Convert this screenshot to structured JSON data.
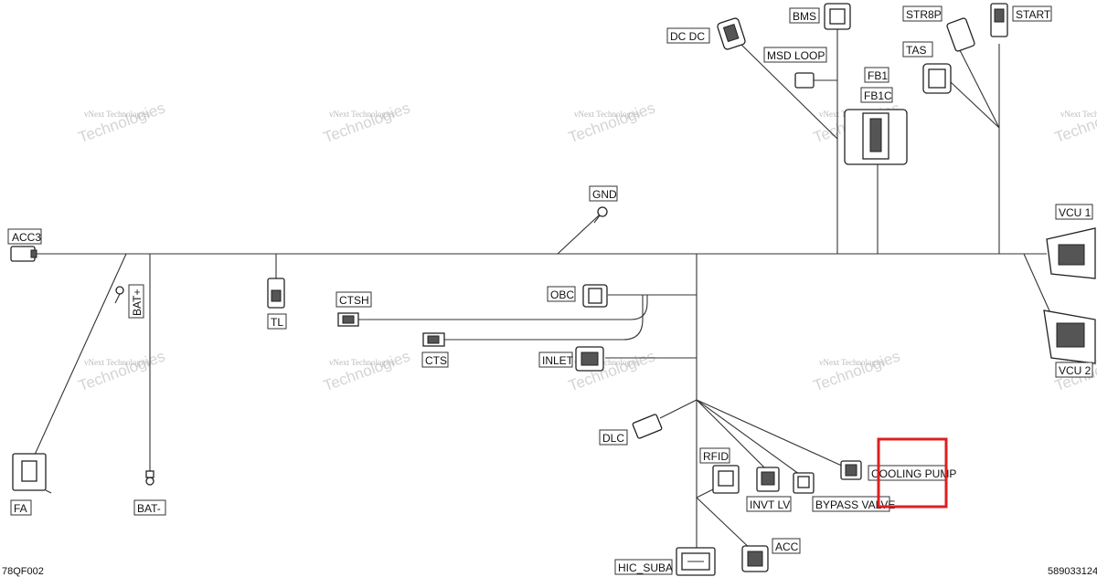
{
  "labels": {
    "acc3": "ACC3",
    "bat_plus": "BAT+",
    "tl": "TL",
    "ctsh": "CTSH",
    "cts": "CTS",
    "gnd": "GND",
    "obc": "OBC",
    "inlet": "INLET",
    "dc_dc": "DC DC",
    "bms": "BMS",
    "msd_loop": "MSD LOOP",
    "str8p": "STR8P",
    "start": "START",
    "tas": "TAS",
    "fb1": "FB1",
    "fb1c": "FB1C",
    "vcu1": "VCU 1",
    "vcu2": "VCU 2",
    "dlc": "DLC",
    "rfid": "RFID",
    "invt_lv": "INVT LV",
    "bypass_valve": "BYPASS VALVE",
    "cooling_pump": "COOLING PUMP",
    "acc": "ACC",
    "hic_suba": "HIC_SUBA",
    "fa": "FA",
    "bat_minus": "BAT-"
  },
  "watermark": {
    "line1": "vNext Technologies",
    "line2": "Technologies"
  },
  "footer": {
    "left_code": "78QF002",
    "right_code": "589033124"
  },
  "highlight": {
    "color": "#dd1f1f",
    "target": "COOLING PUMP"
  }
}
